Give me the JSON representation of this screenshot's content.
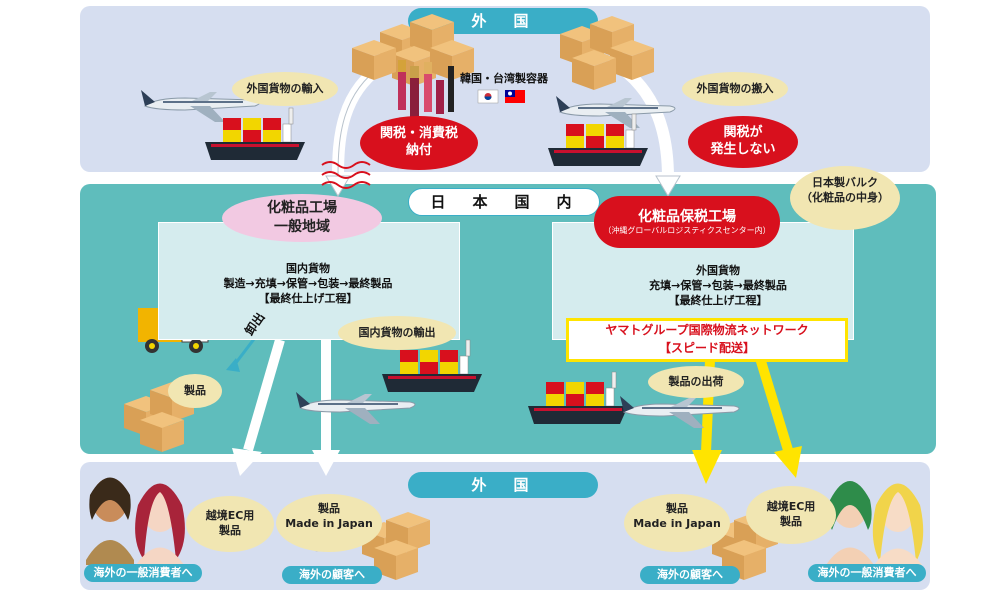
{
  "top_region": {
    "label": "外　国"
  },
  "japan_region": {
    "label": "日　本　国　内"
  },
  "bottom_region": {
    "label": "外　国"
  },
  "korea_taiwan": {
    "label": "韓国・台湾製容器"
  },
  "import_bubble": {
    "label": "外国貨物の輸入"
  },
  "carry_in_bubble": {
    "label": "外国貨物の搬入"
  },
  "tax_bubble": {
    "line1": "関税・消費税",
    "line2": "納付"
  },
  "no_tax_bubble": {
    "line1": "関税が",
    "line2": "発生しない"
  },
  "bulk_bubble": {
    "line1": "日本製バルク",
    "line2": "（化粧品の中身）"
  },
  "factory_general": {
    "title_line1": "化粧品工場",
    "title_line2": "一般地域",
    "cargo": "国内貨物",
    "process": "製造→充填→保管→包装→最終製品",
    "final": "【最終仕上げ工程】"
  },
  "factory_bonded": {
    "title": "化粧品保税工場",
    "subtitle": "（沖縄グローバルロジスティクスセンター内）",
    "cargo": "外国貨物",
    "process": "充填→保管→包装→最終製品",
    "final": "【最終仕上げ工程】"
  },
  "truck": {
    "label": "卸出"
  },
  "domestic_product": {
    "label": "製品"
  },
  "domestic_export": {
    "label": "国内貨物の輸出"
  },
  "yamato_box": {
    "line1": "ヤマトグループ国際物流ネットワーク",
    "line2": "【スピード配送】"
  },
  "shipment": {
    "label": "製品の出荷"
  },
  "cross_border_left": {
    "line1": "越境EC用",
    "line2": "製品"
  },
  "product_mij_left": {
    "line1": "製品",
    "line2": "Made in Japan"
  },
  "product_mij_right": {
    "line1": "製品",
    "line2": "Made in Japan"
  },
  "cross_border_right": {
    "line1": "越境EC用",
    "line2": "製品"
  },
  "labels": {
    "general_consumer_left": "海外の一般消費者へ",
    "customer_left": "海外の顧客へ",
    "customer_right": "海外の顧客へ",
    "general_consumer_right": "海外の一般消費者へ"
  },
  "colors": {
    "top_band": "#d6def0",
    "japan_band": "#5fbdbc",
    "bottom_band": "#d6def0",
    "pill": "#3aaec7",
    "red": "#d8101d",
    "bubble": "#f1e6b2",
    "arrow_yellow": "#ffe400",
    "factory_pink": "#f2c9e2"
  }
}
